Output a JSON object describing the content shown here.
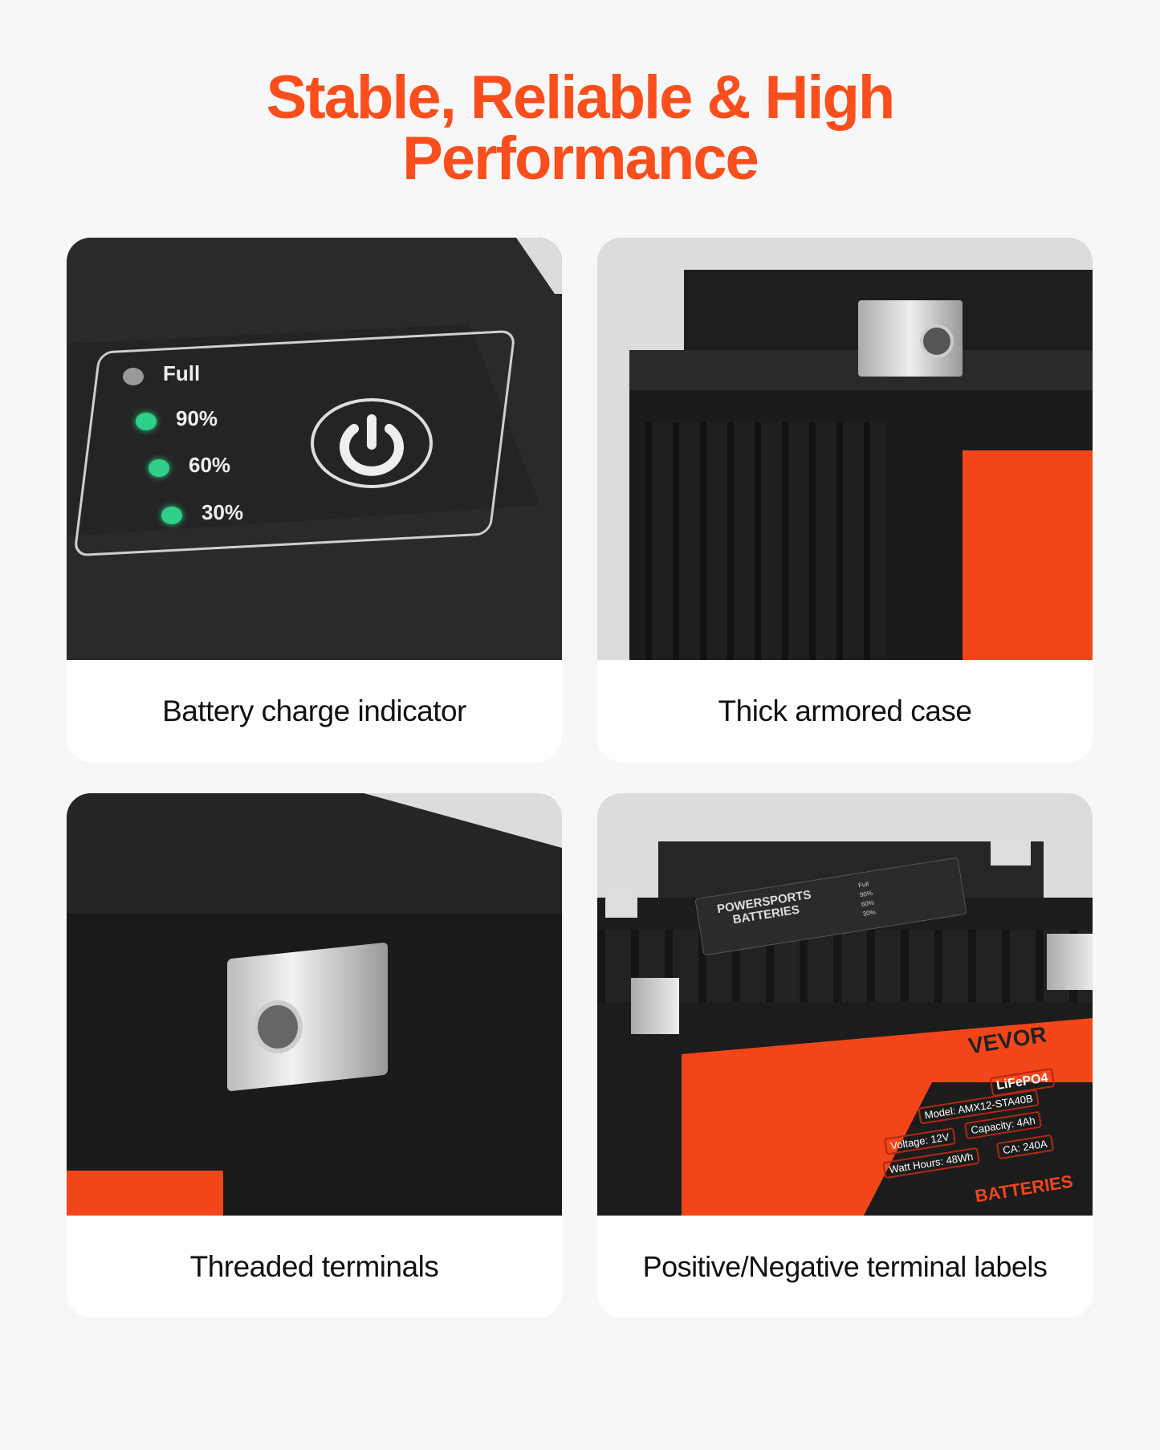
{
  "title": {
    "line1": "Stable, Reliable & High",
    "line2": "Performance"
  },
  "accent_color": "#fa4e1c",
  "cards": [
    {
      "caption": "Battery charge indicator",
      "indicator": {
        "levels": [
          "Full",
          "90%",
          "60%",
          "30%"
        ],
        "power_icon": "power-icon"
      }
    },
    {
      "caption": "Thick armored case"
    },
    {
      "caption": "Threaded terminals"
    },
    {
      "caption": "Positive/Negative terminal labels",
      "battery": {
        "top_label_line1": "POWERSPORTS",
        "top_label_line2": "BATTERIES",
        "levels": [
          "Full",
          "90%",
          "60%",
          "30%"
        ],
        "brand": "VEVOR",
        "chemistry": "LiFePO4",
        "model": "Model: AMX12-STA40B",
        "voltage": "Voltage: 12V",
        "capacity": "Capacity: 4Ah",
        "watt_hours": "Watt Hours: 48Wh",
        "ca": "CA: 240A",
        "bottom_text": "BATTERIES"
      }
    }
  ]
}
